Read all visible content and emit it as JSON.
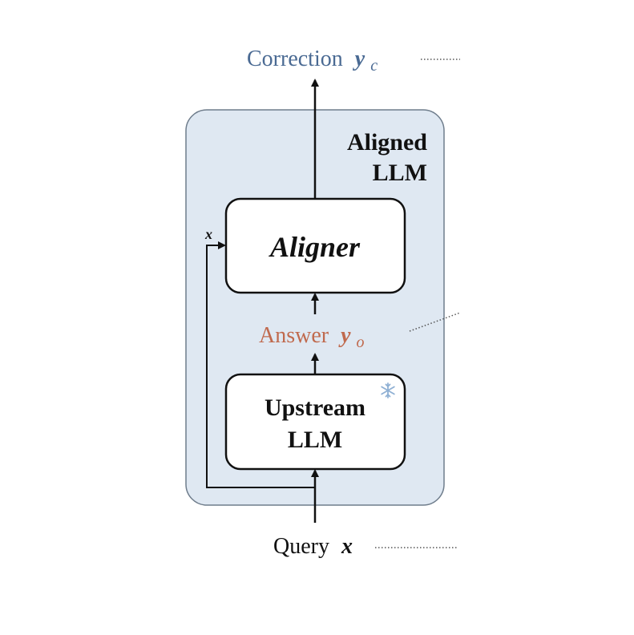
{
  "colors": {
    "container_fill": "#dfe8f2",
    "container_stroke": "#6f7d8c",
    "box_fill": "#ffffff",
    "line": "#111111",
    "correction": "#4a6a93",
    "answer": "#c06a4e",
    "snowflake": "#8fb0d4",
    "dotted": "#555555"
  },
  "labels": {
    "correction_text": "Correction",
    "correction_var": "y",
    "correction_sub": "c",
    "aligned_llm_line1": "Aligned",
    "aligned_llm_line2": "LLM",
    "aligner": "Aligner",
    "x_input": "x",
    "answer_text": "Answer",
    "answer_var": "y",
    "answer_sub": "o",
    "upstream_line1": "Upstream",
    "upstream_line2": "LLM",
    "query_text": "Query",
    "query_var": "x"
  },
  "icons": {
    "snowflake": "snowflake-icon"
  }
}
